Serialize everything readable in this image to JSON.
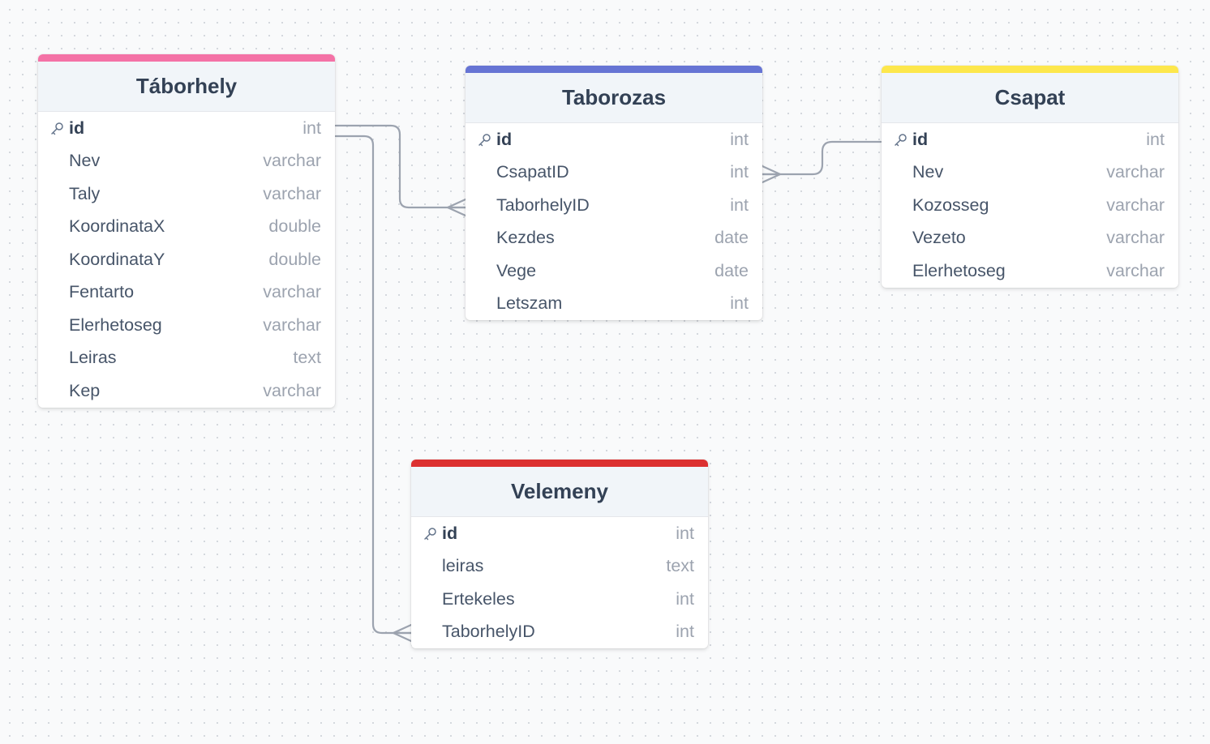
{
  "colors": {
    "taborhely_accent": "#f472a6",
    "taborozas_accent": "#6674d4",
    "csapat_accent": "#fde74c",
    "velemeny_accent": "#dc3030",
    "relation_line": "#9ca3af"
  },
  "tables": [
    {
      "name": "Táborhely",
      "fields": [
        {
          "name": "id",
          "type": "int",
          "pk": true
        },
        {
          "name": "Nev",
          "type": "varchar"
        },
        {
          "name": "Taly",
          "type": "varchar"
        },
        {
          "name": "KoordinataX",
          "type": "double"
        },
        {
          "name": "KoordinataY",
          "type": "double"
        },
        {
          "name": "Fentarto",
          "type": "varchar"
        },
        {
          "name": "Elerhetoseg",
          "type": "varchar"
        },
        {
          "name": "Leiras",
          "type": "text"
        },
        {
          "name": "Kep",
          "type": "varchar"
        }
      ]
    },
    {
      "name": "Taborozas",
      "fields": [
        {
          "name": "id",
          "type": "int",
          "pk": true
        },
        {
          "name": "CsapatID",
          "type": "int"
        },
        {
          "name": "TaborhelyID",
          "type": "int"
        },
        {
          "name": "Kezdes",
          "type": "date"
        },
        {
          "name": "Vege",
          "type": "date"
        },
        {
          "name": "Letszam",
          "type": "int"
        }
      ]
    },
    {
      "name": "Csapat",
      "fields": [
        {
          "name": "id",
          "type": "int",
          "pk": true
        },
        {
          "name": "Nev",
          "type": "varchar"
        },
        {
          "name": "Kozosseg",
          "type": "varchar"
        },
        {
          "name": "Vezeto",
          "type": "varchar"
        },
        {
          "name": "Elerhetoseg",
          "type": "varchar"
        }
      ]
    },
    {
      "name": "Velemeny",
      "fields": [
        {
          "name": "id",
          "type": "int",
          "pk": true
        },
        {
          "name": "leiras",
          "type": "text"
        },
        {
          "name": "Ertekeles",
          "type": "int"
        },
        {
          "name": "TaborhelyID",
          "type": "int"
        }
      ]
    }
  ],
  "icons": {
    "primary_key": "key-icon",
    "relation_many_end": "crows-foot-icon"
  }
}
